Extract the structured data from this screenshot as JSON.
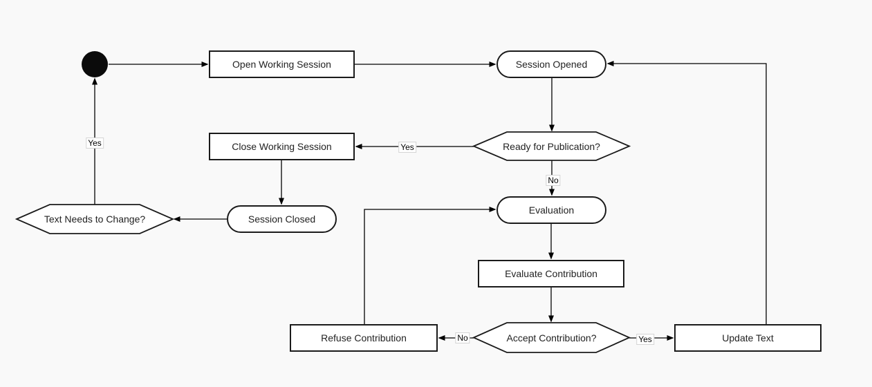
{
  "diagram": {
    "type": "flowchart",
    "colors": {
      "background": "#f9f9f9",
      "shape_fill": "#ffffff",
      "shape_stroke": "#1a1a1a",
      "edge_stroke": "#000000",
      "start_node_fill": "#0b0b0b",
      "edge_label_bg": "#ffffff",
      "edge_label_border": "#d4d4d4"
    },
    "nodes": {
      "open_working_session": "Open Working Session",
      "session_opened": "Session Opened",
      "ready_for_publication": "Ready for Publication?",
      "close_working_session": "Close Working Session",
      "session_closed": "Session Closed",
      "text_needs_to_change": "Text Needs to Change?",
      "evaluation": "Evaluation",
      "evaluate_contribution": "Evaluate Contribution",
      "accept_contribution": "Accept Contribution?",
      "refuse_contribution": "Refuse Contribution",
      "update_text": "Update Text"
    },
    "edge_labels": {
      "ready_for_publication_yes": "Yes",
      "ready_for_publication_no": "No",
      "text_needs_to_change_yes": "Yes",
      "accept_contribution_no": "No",
      "accept_contribution_yes": "Yes"
    }
  }
}
